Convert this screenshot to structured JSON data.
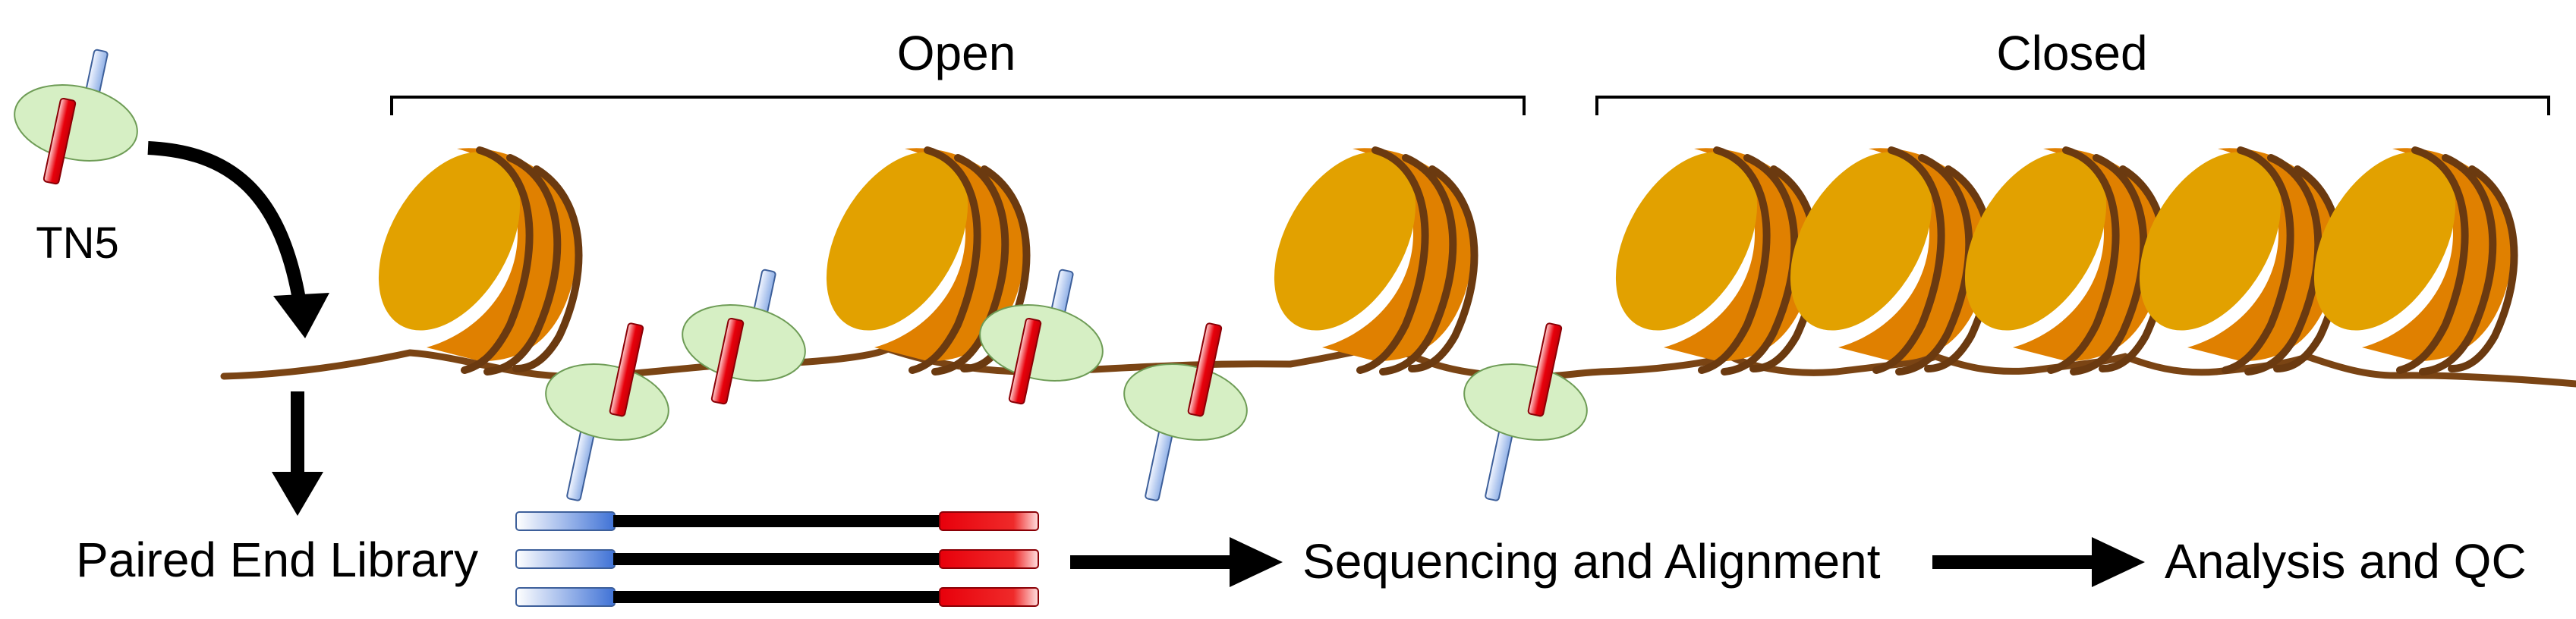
{
  "labels": {
    "open": "Open",
    "closed": "Closed",
    "tn5": "TN5",
    "library": "Paired End Library",
    "sequencing": "Sequencing and Alignment",
    "analysis": "Analysis and QC"
  },
  "colors": {
    "nucleosome_top": "#E2A100",
    "nucleosome_side": "#E08000",
    "dna": "#7A4414",
    "tn5_body": "#D6EFC4",
    "tn5_outline": "#6E9C56",
    "adapter_red": "#E8000B",
    "adapter_blue": "#9EB9E8",
    "arrow": "#000000"
  },
  "icons": [
    "nucleosome-icon",
    "tn5-transposase-icon",
    "adapter-icon"
  ]
}
